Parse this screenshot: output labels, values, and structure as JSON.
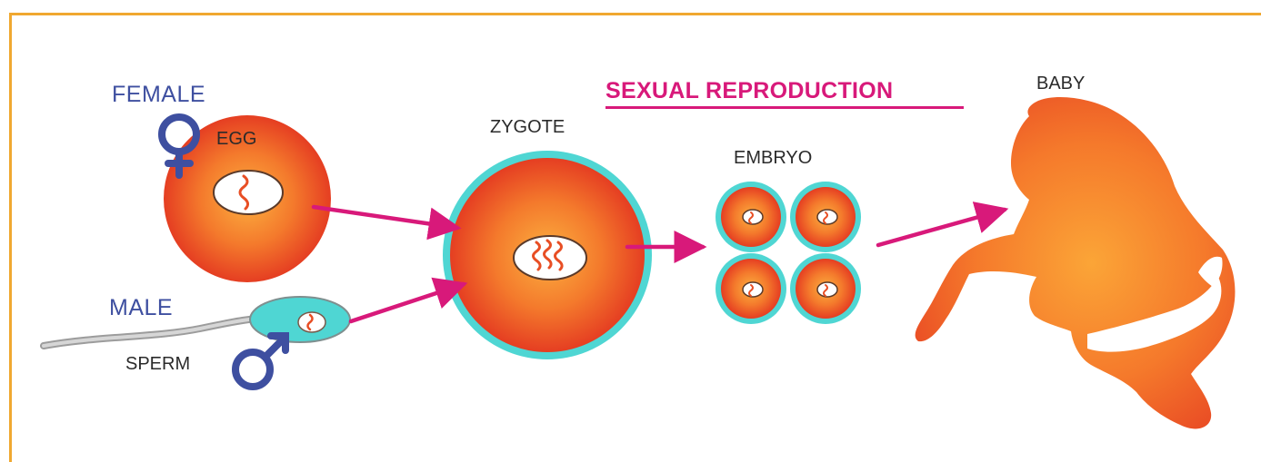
{
  "diagram": {
    "title": "SEXUAL REPRODUCTION",
    "labels": {
      "female": "FEMALE",
      "male": "MALE",
      "egg": "EGG",
      "sperm": "SPERM",
      "zygote": "ZYGOTE",
      "embryo": "EMBRYO",
      "baby": "BABY"
    },
    "colors": {
      "title": "#d8197a",
      "arrow": "#d8197a",
      "sex_symbol": "#3e4fa0",
      "cell_outer": "#e84e24",
      "cell_inner": "#fba23a",
      "membrane": "#4fd6d3",
      "frame": "#f0a830"
    },
    "icons": [
      "female-symbol-icon",
      "male-symbol-icon",
      "baby-silhouette-icon"
    ]
  }
}
